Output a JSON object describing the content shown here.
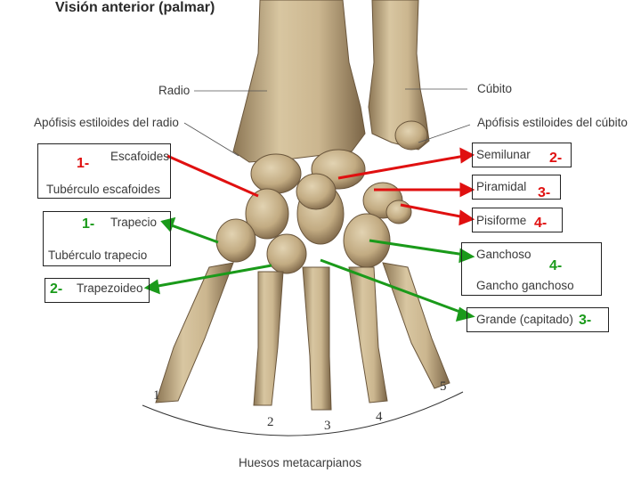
{
  "title": "Visión anterior (palmar)",
  "labels": {
    "radio": "Radio",
    "cubito": "Cúbito",
    "apofisis_radio": "Apófisis estiloides del radio",
    "apofisis_cubito": "Apófisis estiloides del cúbito",
    "escafoides": "Escafoides",
    "tuberculo_escafoides": "Tubérculo escafoides",
    "trapecio": "Trapecio",
    "tuberculo_trapecio": "Tubérculo trapecio",
    "trapezoideo": "Trapezoideo",
    "semilunar": "Semilunar",
    "piramidal": "Piramidal",
    "pisiforme": "Pisiforme",
    "ganchoso": "Ganchoso",
    "gancho_ganchoso": "Gancho ganchoso",
    "grande": "Grande (capitado)",
    "huesos_metacarpianos": "Huesos metacarpianos"
  },
  "metacarpal_numbers": [
    "1",
    "2",
    "3",
    "4",
    "5"
  ],
  "markers": {
    "left_1a": "1-",
    "left_1b": "1-",
    "left_2": "2-",
    "right_2": "2-",
    "right_3": "3-",
    "right_4": "4-",
    "right_4b": "4-",
    "right_3b": "3-"
  },
  "colors": {
    "red_arrow": "#e01010",
    "green_arrow": "#1a9a1a",
    "bone": "#c9b48f",
    "bone_shadow": "#8c7654"
  }
}
